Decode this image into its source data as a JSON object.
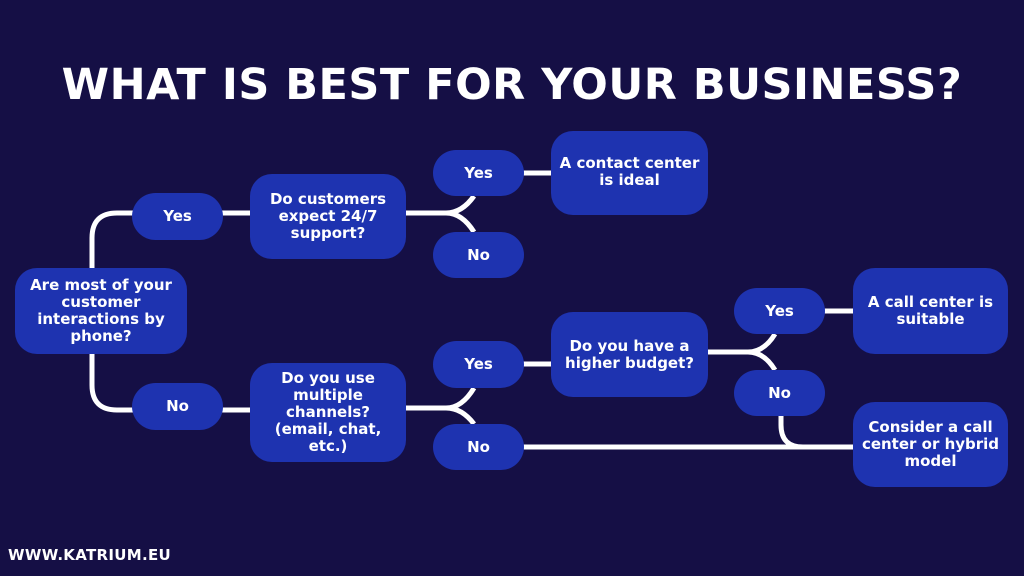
{
  "title": "WHAT IS BEST FOR YOUR BUSINESS?",
  "colors": {
    "background": "#150f45",
    "node_fill": "#1e33b0",
    "connector": "#ffffff",
    "text": "#ffffff"
  },
  "nodes": {
    "start": "Are most of your customer interactions by phone?",
    "yes_1": "Yes",
    "no_1": "No",
    "q_24_7": "Do customers expect 24/7 support?",
    "q_channels": "Do you use multiple channels? (email, chat, etc.)",
    "yes_2": "Yes",
    "no_2": "No",
    "yes_4": "Yes",
    "no_4": "No",
    "result_contact_center": "A contact center is ideal",
    "q_budget": "Do you have a higher budget?",
    "yes_3": "Yes",
    "no_3": "No",
    "result_call_center": "A call center is suitable",
    "result_hybrid": "Consider a call center or hybrid model"
  },
  "edges": [
    {
      "from": "start",
      "to": "yes_1"
    },
    {
      "from": "start",
      "to": "no_1"
    },
    {
      "from": "yes_1",
      "to": "q_24_7"
    },
    {
      "from": "no_1",
      "to": "q_channels"
    },
    {
      "from": "q_24_7",
      "to": "yes_2"
    },
    {
      "from": "q_24_7",
      "to": "no_2"
    },
    {
      "from": "yes_2",
      "to": "result_contact_center"
    },
    {
      "from": "q_channels",
      "to": "yes_4"
    },
    {
      "from": "q_channels",
      "to": "no_4"
    },
    {
      "from": "yes_4",
      "to": "q_budget"
    },
    {
      "from": "no_4",
      "to": "result_hybrid"
    },
    {
      "from": "q_budget",
      "to": "yes_3"
    },
    {
      "from": "q_budget",
      "to": "no_3"
    },
    {
      "from": "yes_3",
      "to": "result_call_center"
    },
    {
      "from": "no_3",
      "to": "result_hybrid"
    }
  ],
  "footer": "WWW.KATRIUM.EU"
}
